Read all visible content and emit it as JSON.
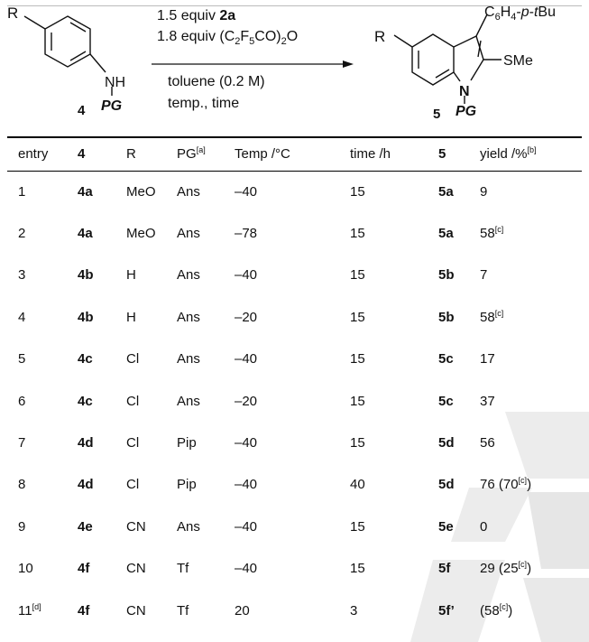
{
  "scheme": {
    "start_R": "R",
    "start_NH": "NH",
    "start_PG": "PG",
    "start_label": "4",
    "cond_line1_a": "1.5 equiv ",
    "cond_line1_b": "2a",
    "cond_line2_a": "1.8 equiv (C",
    "cond_line2_sub1": "2",
    "cond_line2_b": "F",
    "cond_line2_sub2": "5",
    "cond_line2_c": "CO)",
    "cond_line2_sub3": "2",
    "cond_line2_d": "O",
    "cond_line3": "toluene (0.2 M)",
    "cond_line4": "temp., time",
    "prod_R": "R",
    "prod_sub_a": "C",
    "prod_sub_6": "6",
    "prod_sub_b": "H",
    "prod_sub_4": "4",
    "prod_sub_c": "-",
    "prod_sub_p": "p",
    "prod_sub_d": "-",
    "prod_sub_t": "t",
    "prod_sub_e": "Bu",
    "prod_SMe": "SMe",
    "prod_N": "N",
    "prod_PG": "PG",
    "prod_label": "5"
  },
  "table": {
    "headers": [
      {
        "text": "entry",
        "sup": "",
        "bold": false
      },
      {
        "text": "4",
        "sup": "",
        "bold": true
      },
      {
        "text": "R",
        "sup": "",
        "bold": false
      },
      {
        "text": "PG",
        "sup": "[a]",
        "bold": false
      },
      {
        "text": "Temp /°C",
        "sup": "",
        "bold": false
      },
      {
        "text": "time /h",
        "sup": "",
        "bold": false
      },
      {
        "text": "5",
        "sup": "",
        "bold": true
      },
      {
        "text": "yield /%",
        "sup": "[b]",
        "bold": false
      }
    ],
    "rows": [
      {
        "entry": "1",
        "entry_sup": "",
        "sm": "4a",
        "R": "MeO",
        "PG": "Ans",
        "temp": "–40",
        "time": "15",
        "prod": "5a",
        "yield": "9",
        "yield_sup": "",
        "yield_tail": ""
      },
      {
        "entry": "2",
        "entry_sup": "",
        "sm": "4a",
        "R": "MeO",
        "PG": "Ans",
        "temp": "–78",
        "time": "15",
        "prod": "5a",
        "yield": "58",
        "yield_sup": "[c]",
        "yield_tail": ""
      },
      {
        "entry": "3",
        "entry_sup": "",
        "sm": "4b",
        "R": "H",
        "PG": "Ans",
        "temp": "–40",
        "time": "15",
        "prod": "5b",
        "yield": "7",
        "yield_sup": "",
        "yield_tail": ""
      },
      {
        "entry": "4",
        "entry_sup": "",
        "sm": "4b",
        "R": "H",
        "PG": "Ans",
        "temp": "–20",
        "time": "15",
        "prod": "5b",
        "yield": "58",
        "yield_sup": "[c]",
        "yield_tail": ""
      },
      {
        "entry": "5",
        "entry_sup": "",
        "sm": "4c",
        "R": "Cl",
        "PG": "Ans",
        "temp": "–40",
        "time": "15",
        "prod": "5c",
        "yield": "17",
        "yield_sup": "",
        "yield_tail": ""
      },
      {
        "entry": "6",
        "entry_sup": "",
        "sm": "4c",
        "R": "Cl",
        "PG": "Ans",
        "temp": "–20",
        "time": "15",
        "prod": "5c",
        "yield": "37",
        "yield_sup": "",
        "yield_tail": ""
      },
      {
        "entry": "7",
        "entry_sup": "",
        "sm": "4d",
        "R": "Cl",
        "PG": "Pip",
        "temp": "–40",
        "time": "15",
        "prod": "5d",
        "yield": "56",
        "yield_sup": "",
        "yield_tail": ""
      },
      {
        "entry": "8",
        "entry_sup": "",
        "sm": "4d",
        "R": "Cl",
        "PG": "Pip",
        "temp": "–40",
        "time": "40",
        "prod": "5d",
        "yield": "76 (70",
        "yield_sup": "[c]",
        "yield_tail": ")"
      },
      {
        "entry": "9",
        "entry_sup": "",
        "sm": "4e",
        "R": "CN",
        "PG": "Ans",
        "temp": "–40",
        "time": "15",
        "prod": "5e",
        "yield": "0",
        "yield_sup": "",
        "yield_tail": ""
      },
      {
        "entry": "10",
        "entry_sup": "",
        "sm": "4f",
        "R": "CN",
        "PG": "Tf",
        "temp": "–40",
        "time": "15",
        "prod": "5f",
        "yield": "29 (25",
        "yield_sup": "[c]",
        "yield_tail": ")"
      },
      {
        "entry": "11",
        "entry_sup": "[d]",
        "sm": "4f",
        "R": "CN",
        "PG": "Tf",
        "temp": "20",
        "time": "3",
        "prod": "5f’",
        "yield": "(58",
        "yield_sup": "[c]",
        "yield_tail": ")"
      }
    ]
  }
}
